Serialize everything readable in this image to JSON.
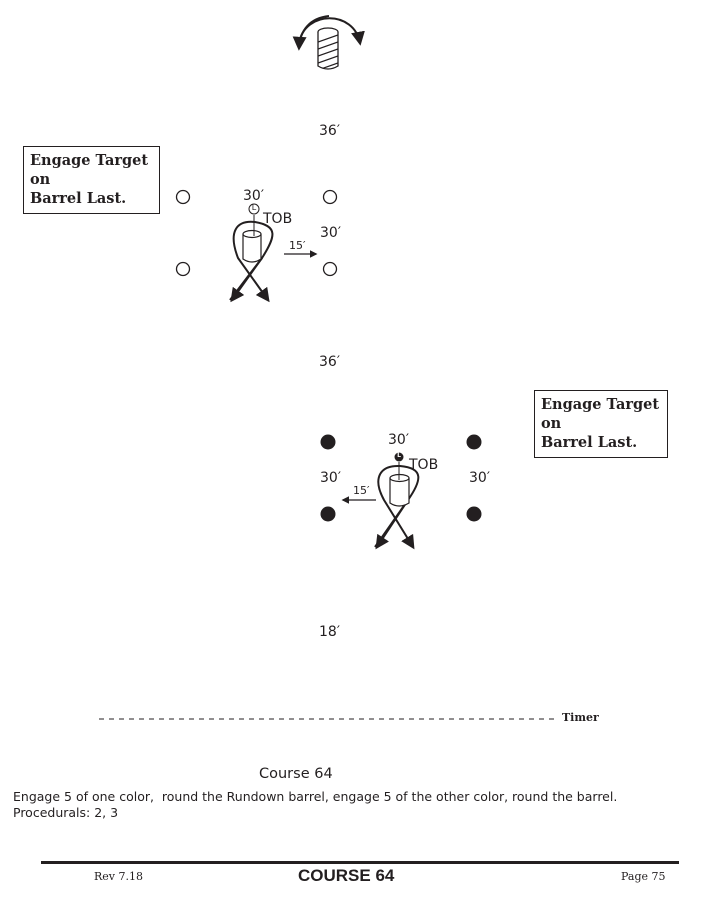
{
  "diagram": {
    "rundown_barrel": {
      "icon": "rundown-barrel-icon",
      "label": ""
    },
    "distances": {
      "top_gap": "36′",
      "stage1_width": "30′",
      "stage1_depth": "30′",
      "stage1_offset": "15′",
      "middle_gap": "36′",
      "stage2_width": "30′",
      "stage2_depth_left": "30′",
      "stage2_depth_right": "30′",
      "stage2_offset": "15′",
      "bottom_gap": "18′"
    },
    "stage1": {
      "target_style": "open",
      "barrel_target_label": "L",
      "tob_label": "TOB",
      "note": {
        "line1": "Engage Target on",
        "line2": "Barrel Last."
      }
    },
    "stage2": {
      "target_style": "filled",
      "barrel_target_label": "L",
      "tob_label": "TOB",
      "note": {
        "line1": "Engage Target on",
        "line2": "Barrel Last."
      }
    },
    "timer_label": "Timer"
  },
  "caption": {
    "title": "Course 64",
    "description": "Engage 5 of one color,  round the Rundown barrel, engage 5 of the other color, round the barrel.",
    "procedurals": "Procedurals: 2, 3"
  },
  "footer": {
    "revision": "Rev 7.18",
    "title": "COURSE 64",
    "page": "Page 75"
  },
  "colors": {
    "ink": "#231f20",
    "background": "#ffffff"
  }
}
